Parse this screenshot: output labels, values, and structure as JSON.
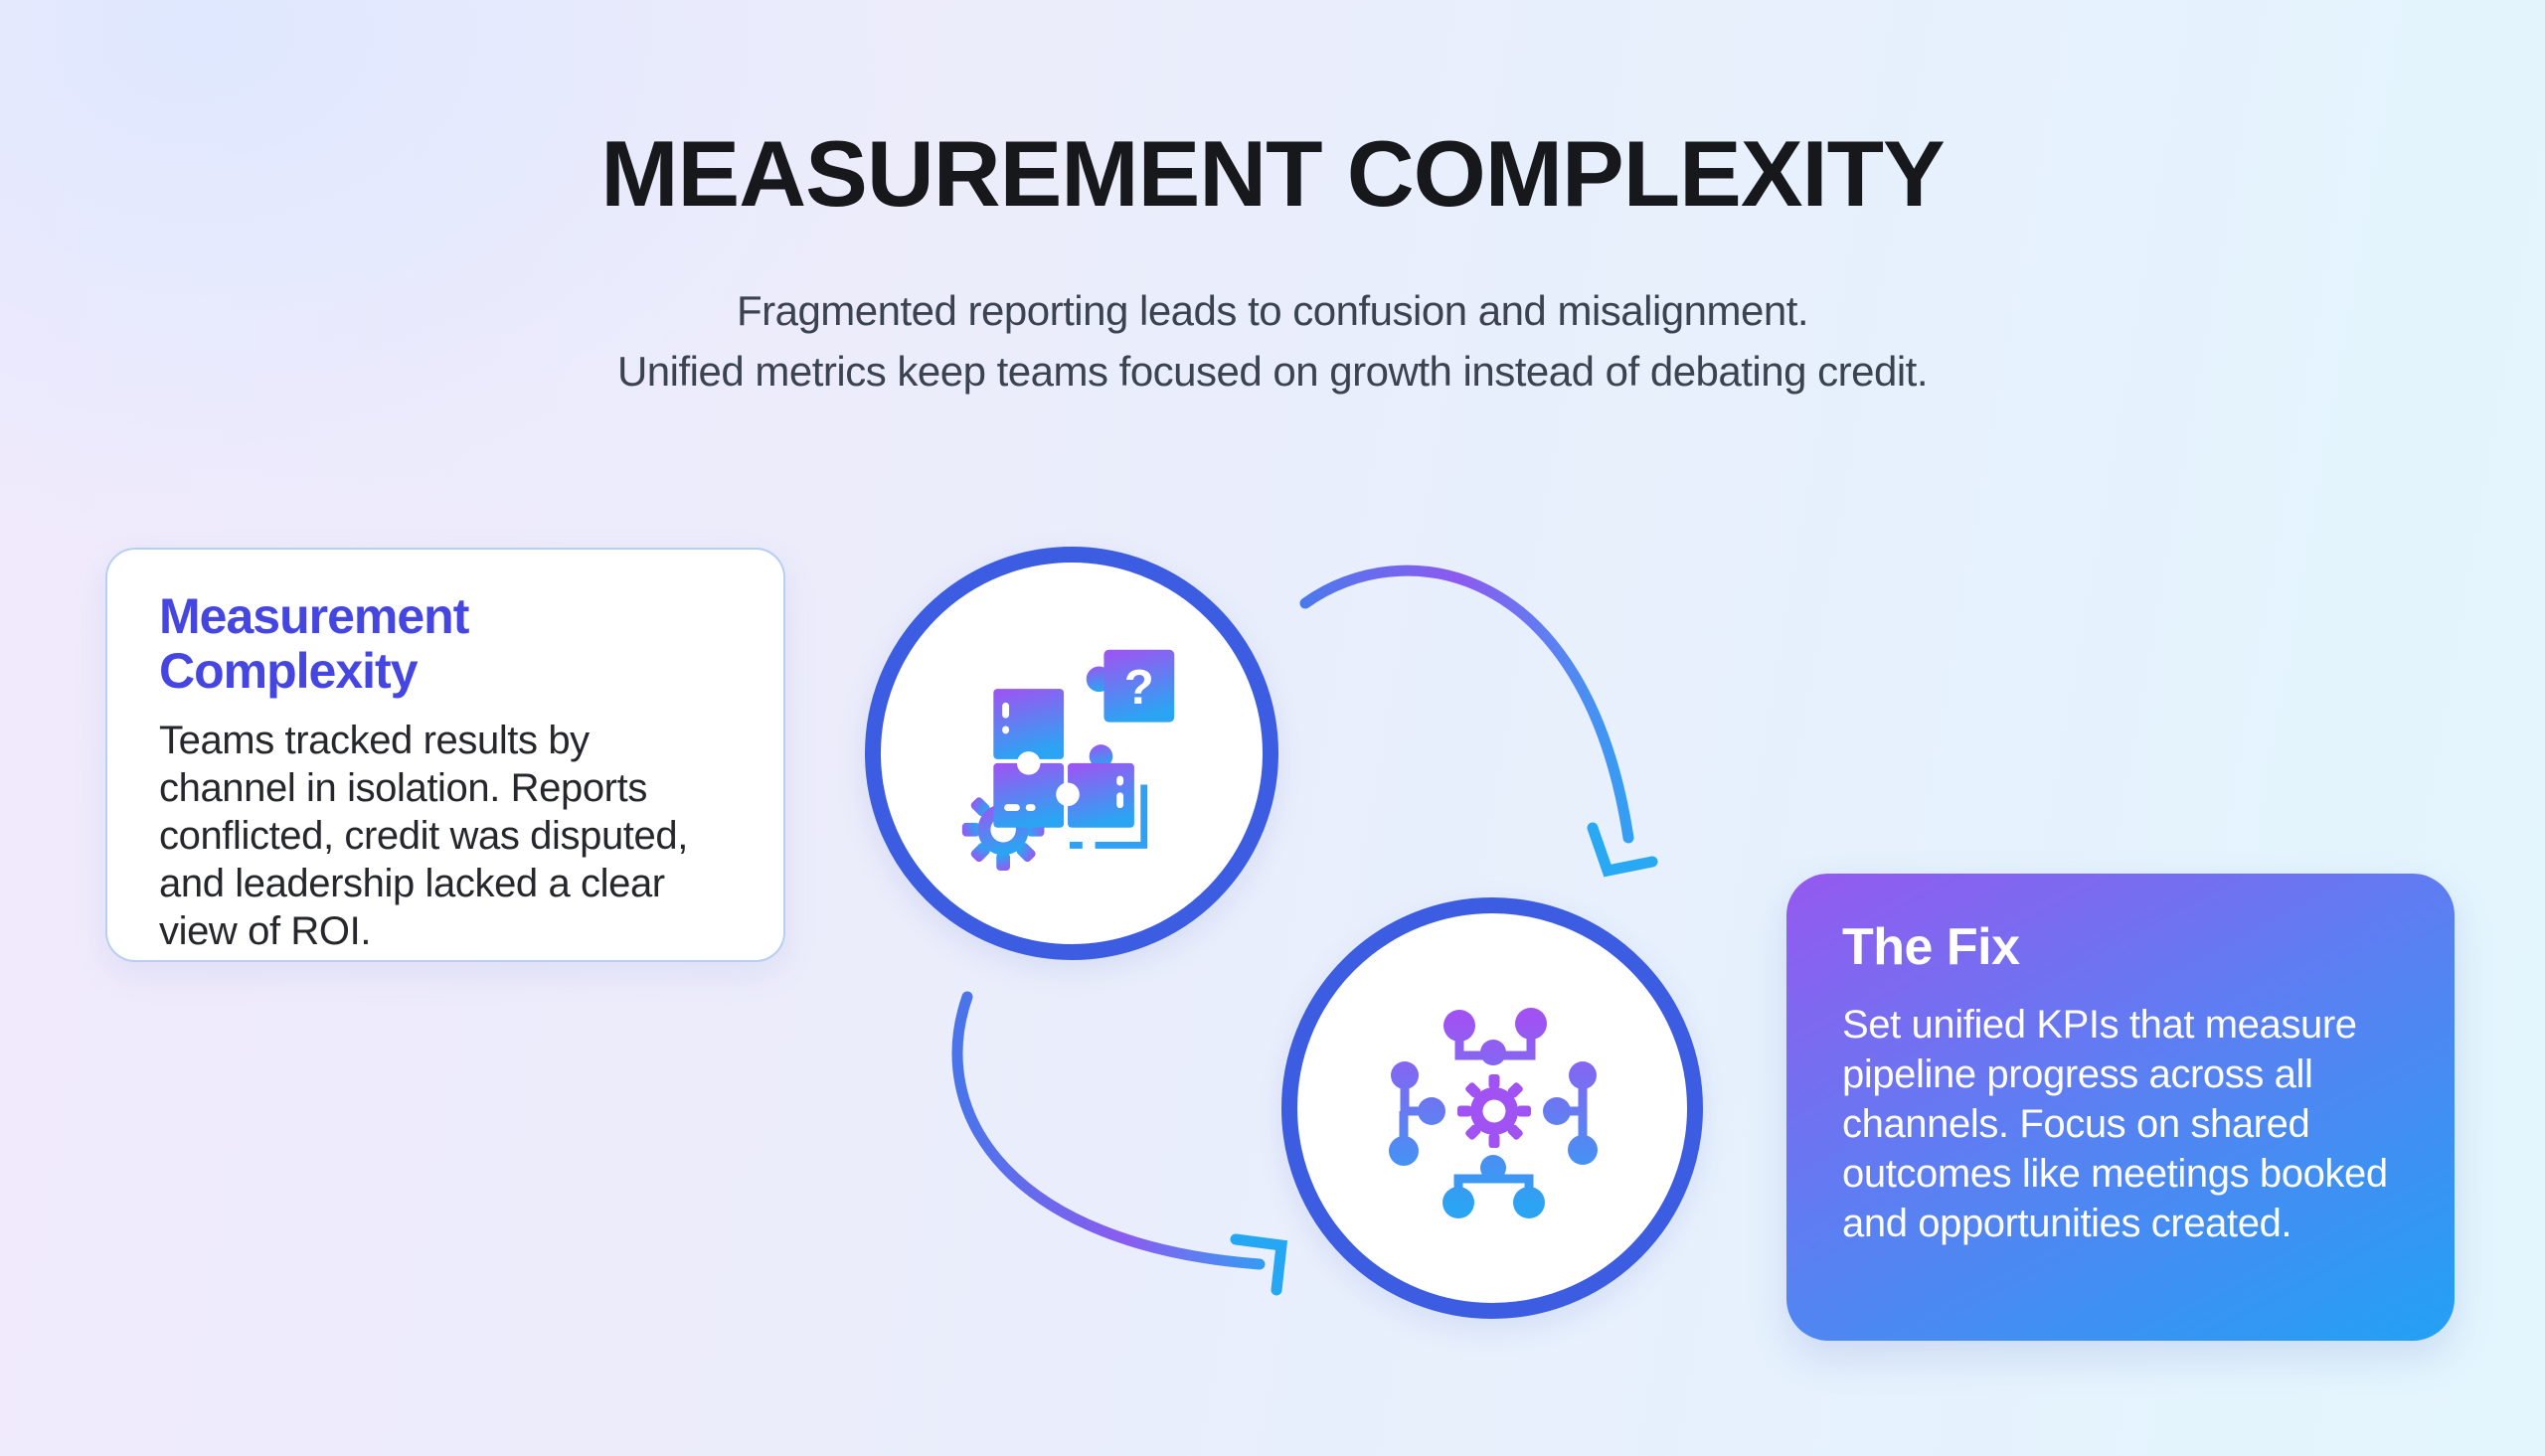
{
  "header": {
    "title": "MEASUREMENT COMPLEXITY",
    "subtitle_lines": [
      "Fragmented reporting leads to confusion and misalignment.",
      "Unified metrics keep teams focused on growth instead of debating credit."
    ]
  },
  "problem_card": {
    "heading": "Measurement Complexity",
    "body": "Teams tracked results by channel in isolation. Reports conflicted, credit was disputed, and leadership lacked a clear view of ROI."
  },
  "fix_card": {
    "heading": "The Fix",
    "body": "Set unified KPIs that measure pipeline progress across all channels. Focus on shared outcomes like meetings booked and opportunities created."
  },
  "diagram": {
    "step1_icon": "puzzle-pieces-question-icon",
    "step2_icon": "network-hub-gear-icon",
    "question_mark": "?",
    "arrow_top": "curved-arrow-right-down",
    "arrow_bottom": "curved-arrow-down-right"
  },
  "colors": {
    "background_lavender": "#f0eafc",
    "background_blue": "#e3f6fd",
    "circle_border": "#3c5ce2",
    "card_heading_blue": "#4546e2",
    "title_color": "#17181c",
    "subtitle_color": "#3b4250",
    "body_color": "#26272c",
    "icon_gradient_start": "#a152f2",
    "icon_gradient_end": "#2ba4f3",
    "fix_gradient_start": "#9559ef",
    "fix_gradient_end": "#22a1f4"
  }
}
